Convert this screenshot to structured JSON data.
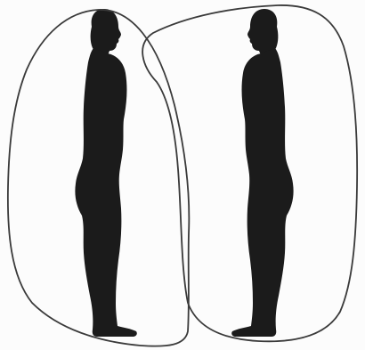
{
  "colors": {
    "background": "#fcfcfc",
    "outline": "#3a3a3a",
    "silhouette": "#1b1b1b"
  },
  "figures": [
    {
      "id": "left-figure",
      "facing": "right"
    },
    {
      "id": "right-figure",
      "facing": "left"
    }
  ],
  "boundaries": [
    {
      "id": "left-enclosure",
      "shape": "closed-curve"
    },
    {
      "id": "right-enclosure",
      "shape": "closed-curve"
    }
  ]
}
